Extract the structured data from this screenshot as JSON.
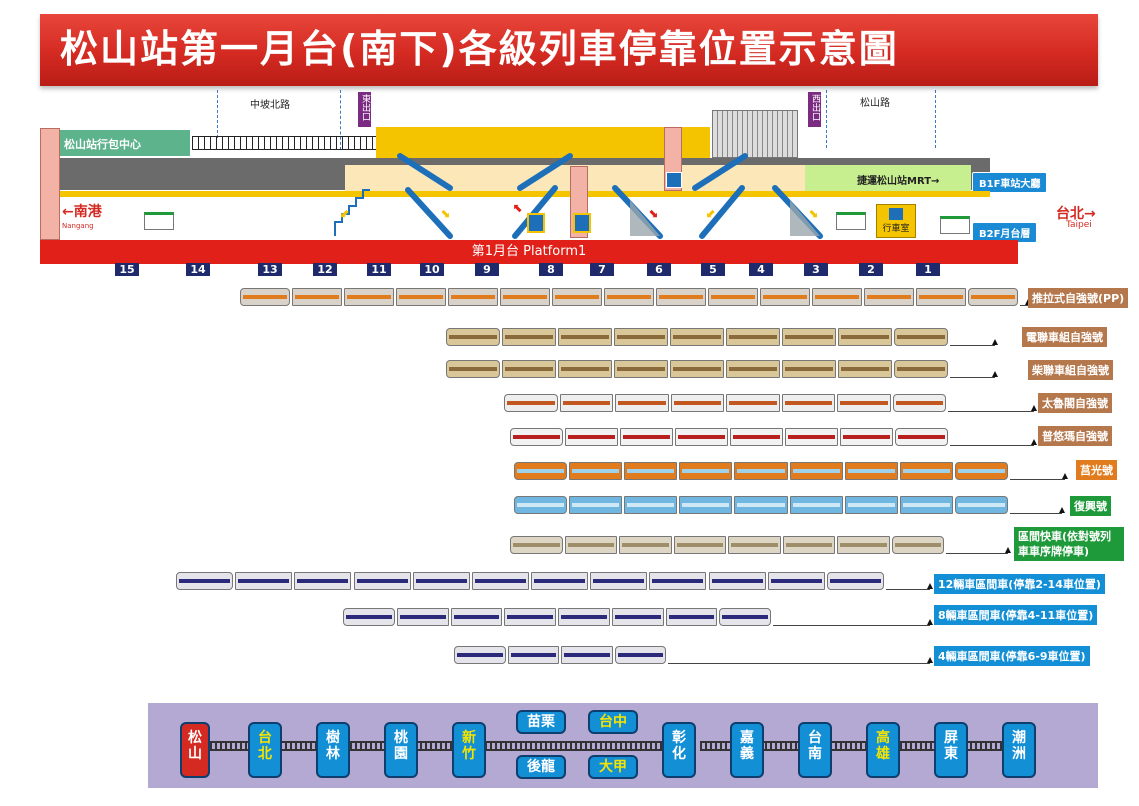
{
  "title": "松山站第一月台(南下)各級列車停靠位置示意圖",
  "roads": {
    "left": "中坡北路",
    "right": "松山路"
  },
  "exits": {
    "east": "東出口",
    "west": "西出口"
  },
  "parcel_center": "松山站行包中心",
  "mrt_label": "捷運松山站MRT→",
  "levels": {
    "b1": "B1F車站大廳",
    "b2": "B2F月台層"
  },
  "directions": {
    "south": "←南港",
    "south_en": "Nangang",
    "north": "台北→",
    "north_en": "Taipei"
  },
  "crew_room": "行車室",
  "platform_label": "第1月台 Platform1",
  "car_numbers": [
    "15",
    "14",
    "13",
    "12",
    "11",
    "10",
    "9",
    "8",
    "7",
    "6",
    "5",
    "4",
    "3",
    "2",
    "1"
  ],
  "trains": [
    {
      "label": "推拉式自強號(PP)",
      "color": "#b5784d"
    },
    {
      "label": "電聯車組自強號",
      "color": "#b5784d"
    },
    {
      "label": "柴聯車組自強號",
      "color": "#b5784d"
    },
    {
      "label": "太魯閣自強號",
      "color": "#b5784d"
    },
    {
      "label": "普悠瑪自強號",
      "color": "#b5784d"
    },
    {
      "label": "莒光號",
      "color": "#e07b1e"
    },
    {
      "label": "復興號",
      "color": "#1f9a3a"
    },
    {
      "label": "區間快車(依對號列車車序牌停車)",
      "color": "#1f9a3a"
    },
    {
      "label": "12輛車區間車(停靠2-14車位置)",
      "color": "#138fd6"
    },
    {
      "label": "8輛車區間車(停靠4-11車位置)",
      "color": "#138fd6"
    },
    {
      "label": "4輛車區間車(停靠6-9車位置)",
      "color": "#138fd6"
    }
  ],
  "route": {
    "origin": "松山",
    "stations": [
      "台北",
      "樹林",
      "桃園",
      "新竹"
    ],
    "upper": [
      "苗栗",
      "台中"
    ],
    "lower": [
      "後龍",
      "大甲"
    ],
    "after": [
      "彰化",
      "嘉義",
      "台南",
      "高雄",
      "屏東",
      "潮洲"
    ],
    "highlighted": [
      "台北",
      "新竹",
      "台中",
      "大甲",
      "高雄"
    ],
    "origin_color": "#d42a22",
    "station_color": "#138fd6",
    "highlight_color": "#f5e400"
  }
}
